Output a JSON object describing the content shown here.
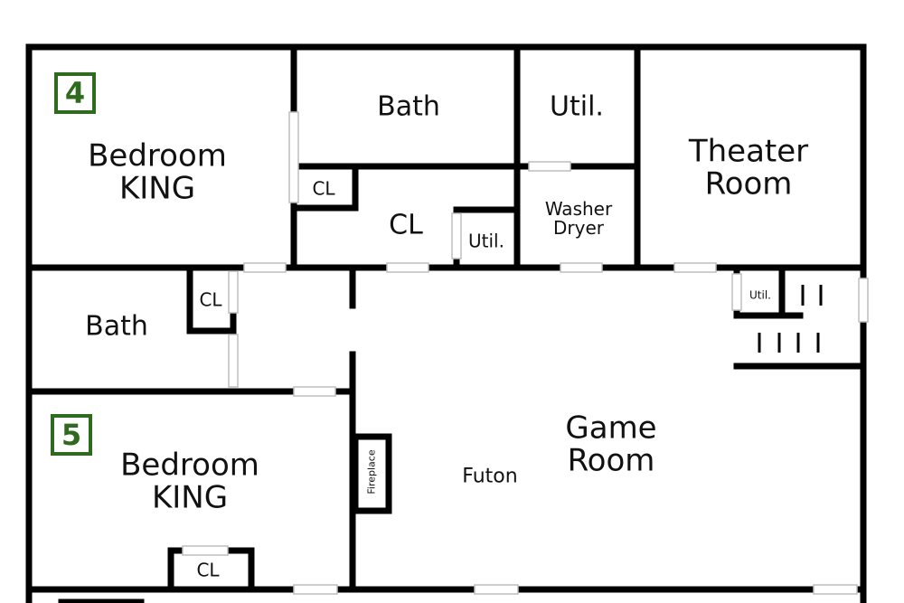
{
  "rooms": {
    "bedroom4": {
      "badge": "4",
      "line1": "Bedroom",
      "line2": "KING"
    },
    "bath_top": "Bath",
    "util_top": "Util.",
    "theater": {
      "line1": "Theater",
      "line2": "Room"
    },
    "cl_small_top": "CL",
    "cl_mid": "CL",
    "util_mid": "Util.",
    "washer": {
      "line1": "Washer",
      "line2": "Dryer"
    },
    "bath_left": "Bath",
    "cl_left": "CL",
    "util_right": "Util.",
    "bedroom5": {
      "badge": "5",
      "line1": "Bedroom",
      "line2": "KING"
    },
    "fireplace": "Fireplace",
    "futon": "Futon",
    "game": {
      "line1": "Game",
      "line2": "Room"
    },
    "cl_bottom": "CL"
  },
  "colors": {
    "wall": "#000000",
    "badge": "#2e6b1f",
    "door": "#bdbdbd"
  }
}
